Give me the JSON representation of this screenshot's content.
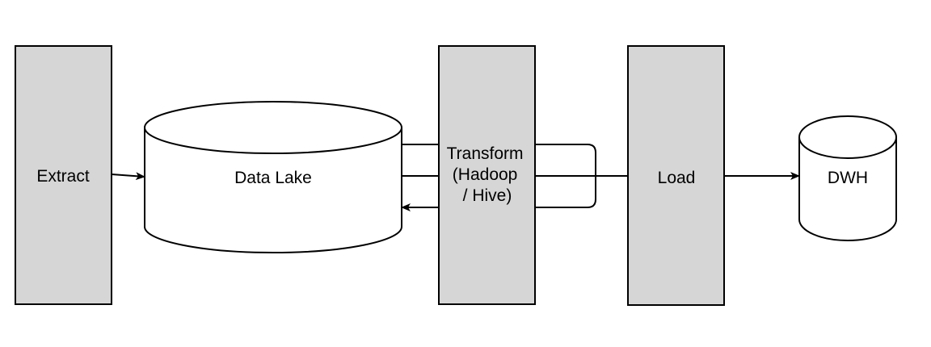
{
  "nodes": {
    "extract": {
      "label": "Extract"
    },
    "data_lake": {
      "label": "Data Lake"
    },
    "transform": {
      "lines": [
        "Transform",
        "(Hadoop",
        "/ Hive)"
      ]
    },
    "load": {
      "label": "Load"
    },
    "dwh": {
      "label": "DWH"
    }
  },
  "colors": {
    "box_fill": "#d6d6d6",
    "stroke": "#000000",
    "background": "#ffffff"
  }
}
